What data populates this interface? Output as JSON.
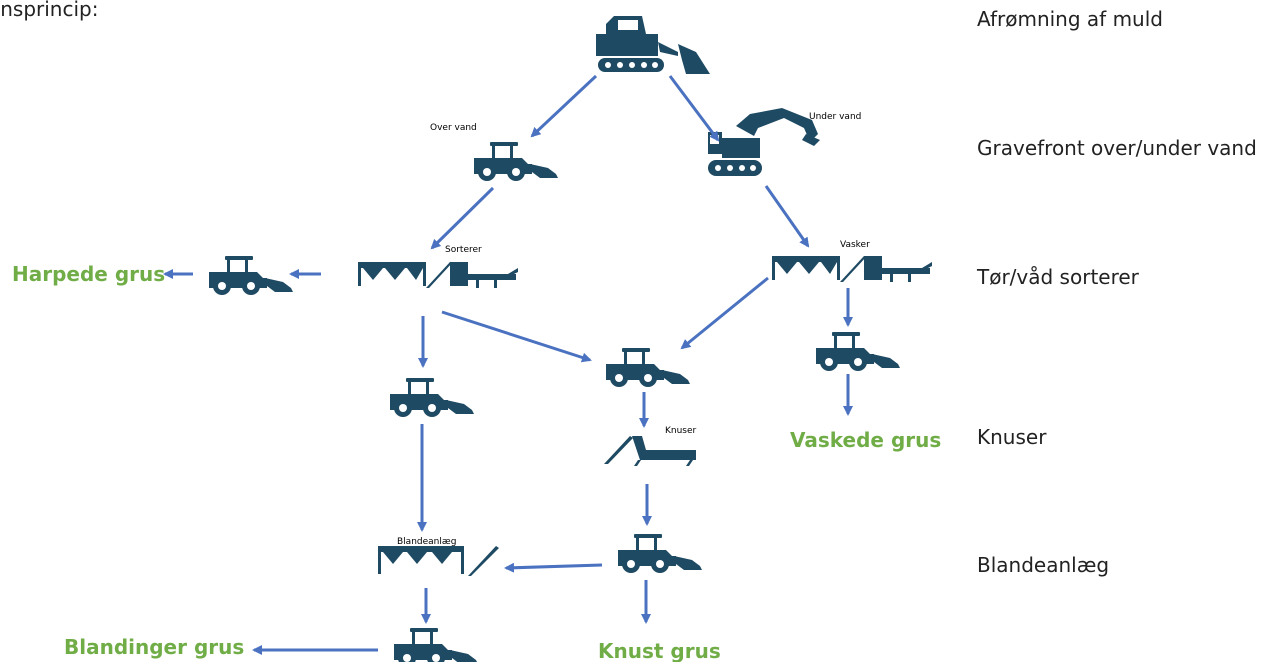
{
  "header_text": "onsprincip:",
  "colors": {
    "machine": "#1e4a63",
    "arrow": "#4a72c0",
    "output": "#70ad47",
    "text": "#222222"
  },
  "steps": [
    "Afrømning af muld",
    "Gravefront over/under vand",
    "Tør/våd sorterer",
    "Knuser",
    "Blandeanlæg"
  ],
  "machine_labels": {
    "over_vand": "Over vand",
    "under_vand": "Under vand",
    "sorterer": "Sorterer",
    "vasker": "Vasker",
    "knuser": "Knuser",
    "blandeanlaeg": "Blandeanlæg"
  },
  "outputs": {
    "harpede": "Harpede grus",
    "vaskede": "Vaskede grus",
    "blandinger": "Blandinger grus",
    "knust": "Knust grus"
  },
  "icons": {
    "bulldozer": "bulldozer-icon",
    "excavator": "excavator-icon",
    "wheel_loader": "wheel-loader-icon",
    "screener": "screener-icon",
    "crusher": "crusher-icon",
    "mixing_plant": "mixing-plant-icon"
  }
}
